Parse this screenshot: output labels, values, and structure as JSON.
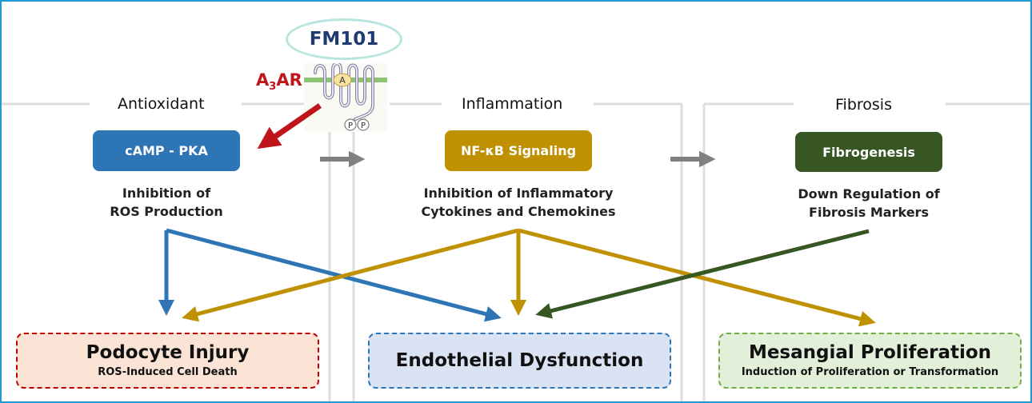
{
  "drug": {
    "name": "FM101"
  },
  "receptor": {
    "label_main": "A",
    "label_sub": "3",
    "label_end": "AR",
    "ligand": "A",
    "phospho": "P"
  },
  "sections": [
    {
      "title": "Antioxidant",
      "pathway": "cAMP - PKA",
      "effect_line1": "Inhibition of",
      "effect_line2": "ROS Production",
      "color": "#2e75b6"
    },
    {
      "title": "Inflammation",
      "pathway": "NF-κB Signaling",
      "effect_line1": "Inhibition of Inflammatory",
      "effect_line2": "Cytokines and Chemokines",
      "color": "#bf9000"
    },
    {
      "title": "Fibrosis",
      "pathway": "Fibrogenesis",
      "effect_line1": "Down Regulation of",
      "effect_line2": "Fibrosis Markers",
      "color": "#375623"
    }
  ],
  "outcomes": [
    {
      "title": "Podocyte Injury",
      "subtitle": "ROS-Induced Cell Death",
      "bg": "#fbe4d5",
      "border": "#c00000"
    },
    {
      "title": "Endothelial Dysfunction",
      "subtitle": "",
      "bg": "#dae3f3",
      "border": "#2e75b6"
    },
    {
      "title": "Mesangial Proliferation",
      "subtitle": "Induction of Proliferation or Transformation",
      "bg": "#e2efd9",
      "border": "#70ad47"
    }
  ],
  "colors": {
    "frame": "#1e9ad6",
    "activation_arrow": "#c0141b",
    "flow_arrow": "#808080"
  }
}
